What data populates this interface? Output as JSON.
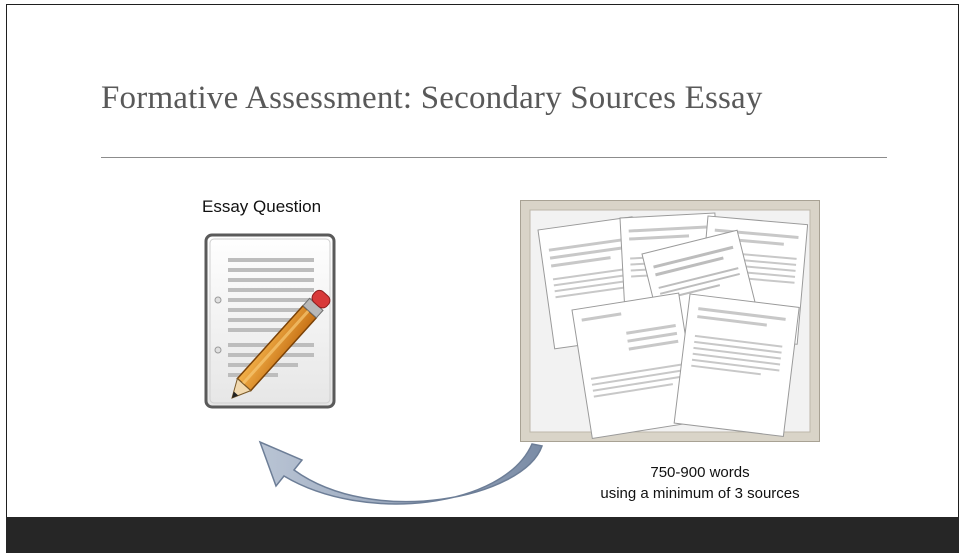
{
  "slide": {
    "title": "Formative Assessment: Secondary Sources Essay",
    "essay_label": "Essay Question",
    "caption_line1": "750-900 words",
    "caption_line2": "using a minimum of 3 sources"
  },
  "icons": {
    "document": "document-pencil-icon",
    "papers": "research-papers-collage",
    "arrow": "curved-arrow-icon"
  },
  "colors": {
    "title": "#595959",
    "footer": "#262626",
    "frame": "#cfc9bd",
    "arrow": "#8a9bb3",
    "pencil_body": "#e8952a",
    "pencil_eraser": "#d83a3a"
  }
}
